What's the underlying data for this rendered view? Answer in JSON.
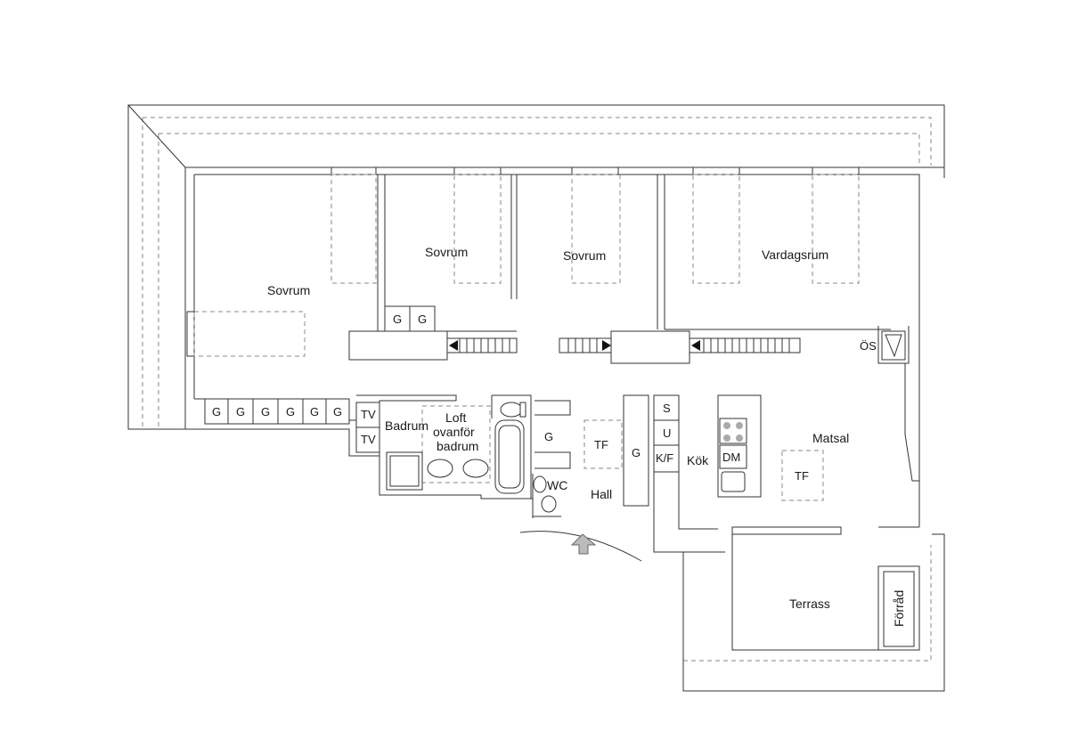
{
  "rooms": {
    "sovrum_1": "Sovrum",
    "sovrum_2": "Sovrum",
    "sovrum_3": "Sovrum",
    "vardagsrum": "Vardagsrum",
    "badrum": "Badrum",
    "loft_line1": "Loft",
    "loft_line2": "ovanför",
    "loft_line3": "badrum",
    "wc": "WC",
    "hall": "Hall",
    "kok": "Kök",
    "matsal": "Matsal",
    "terrass": "Terrass",
    "forrad": "Förråd"
  },
  "fixtures": {
    "garderob": "G",
    "tvatt": "TV",
    "torkskap": "TF",
    "oppen_spis": "ÖS",
    "spis": "S",
    "ugn": "U",
    "kyl_frys": "K/F",
    "diskmaskin": "DM"
  }
}
